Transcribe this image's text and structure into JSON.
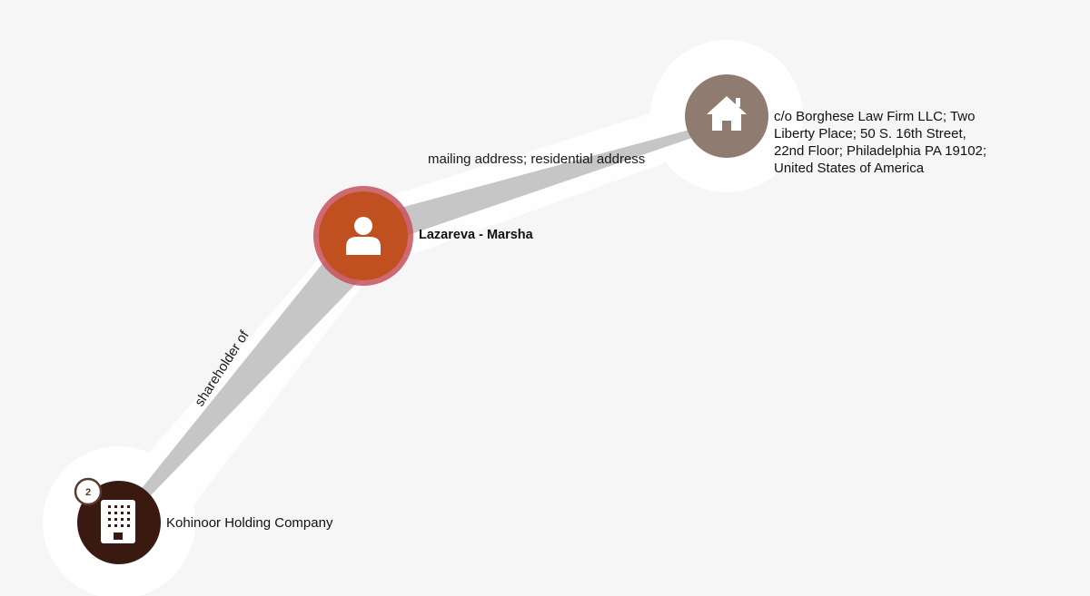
{
  "nodes": {
    "person": {
      "label": "Lazareva - Marsha",
      "icon": "person-icon",
      "color": "#c0501f",
      "ring_color": "#c8505a"
    },
    "address": {
      "label_lines": [
        "c/o Borghese Law Firm LLC; Two",
        "Liberty Place; 50 S. 16th Street,",
        "22nd Floor; Philadelphia PA  19102;",
        "United States of America"
      ],
      "icon": "house-icon",
      "color": "#8f7b70"
    },
    "company": {
      "label": "Kohinoor Holding Company",
      "icon": "building-icon",
      "color": "#3a1a10",
      "badge": "2"
    }
  },
  "edges": {
    "person_address": {
      "label": "mailing address; residential address"
    },
    "person_company": {
      "label": "shareholder of"
    }
  },
  "colors": {
    "background": "#f6f6f6",
    "edge": "#c6c6c6",
    "halo": "#ffffff"
  }
}
